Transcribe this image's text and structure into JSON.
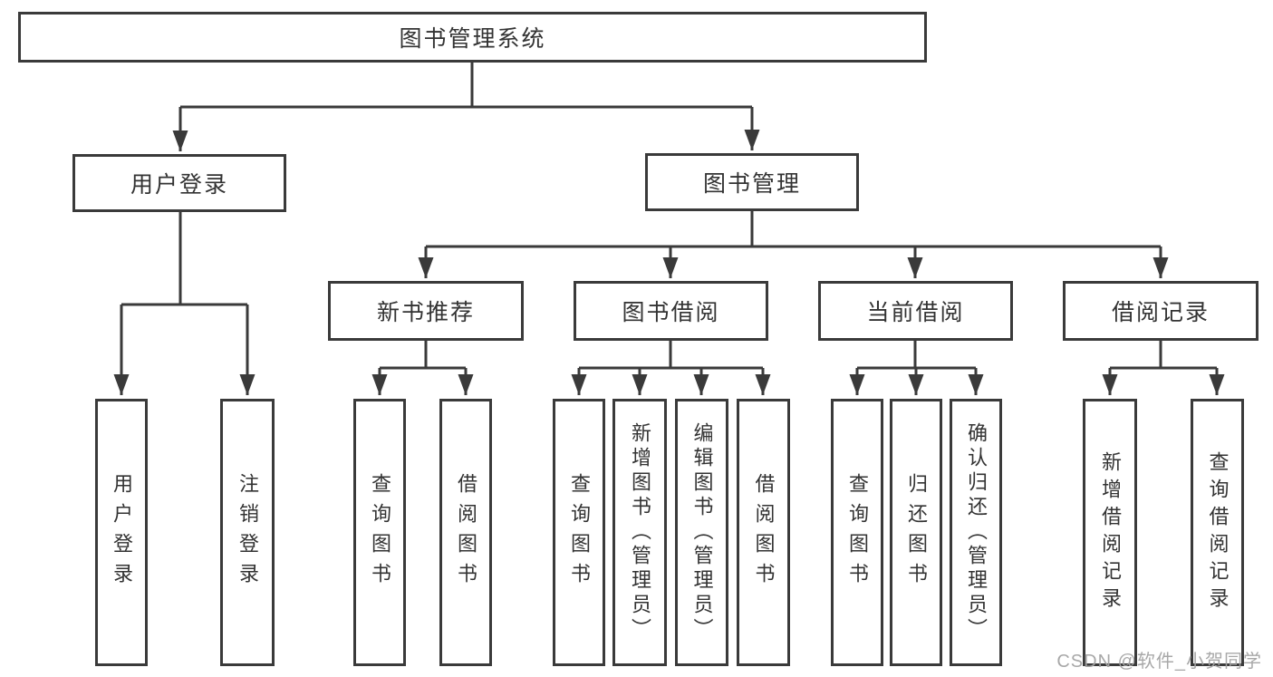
{
  "nodes": {
    "root": "图书管理系统",
    "level2": [
      "用户登录",
      "图书管理"
    ],
    "level3": [
      "新书推荐",
      "图书借阅",
      "当前借阅",
      "借阅记录"
    ],
    "leaves": [
      "用户登录",
      "注销登录",
      "查询图书",
      "借阅图书",
      "查询图书",
      "新增图书（管理员）",
      "编辑图书（管理员）",
      "借阅图书",
      "查询图书",
      "归还图书",
      "确认归还（管理员）",
      "新增借阅记录",
      "查询借阅记录"
    ]
  },
  "watermark": "CSDN @软件_小贺同学",
  "colors": {
    "line": "#3a3a3a",
    "box_border": "#3a3a3a",
    "text": "#333333",
    "watermark": "#a3a3a3",
    "background": "#ffffff"
  }
}
